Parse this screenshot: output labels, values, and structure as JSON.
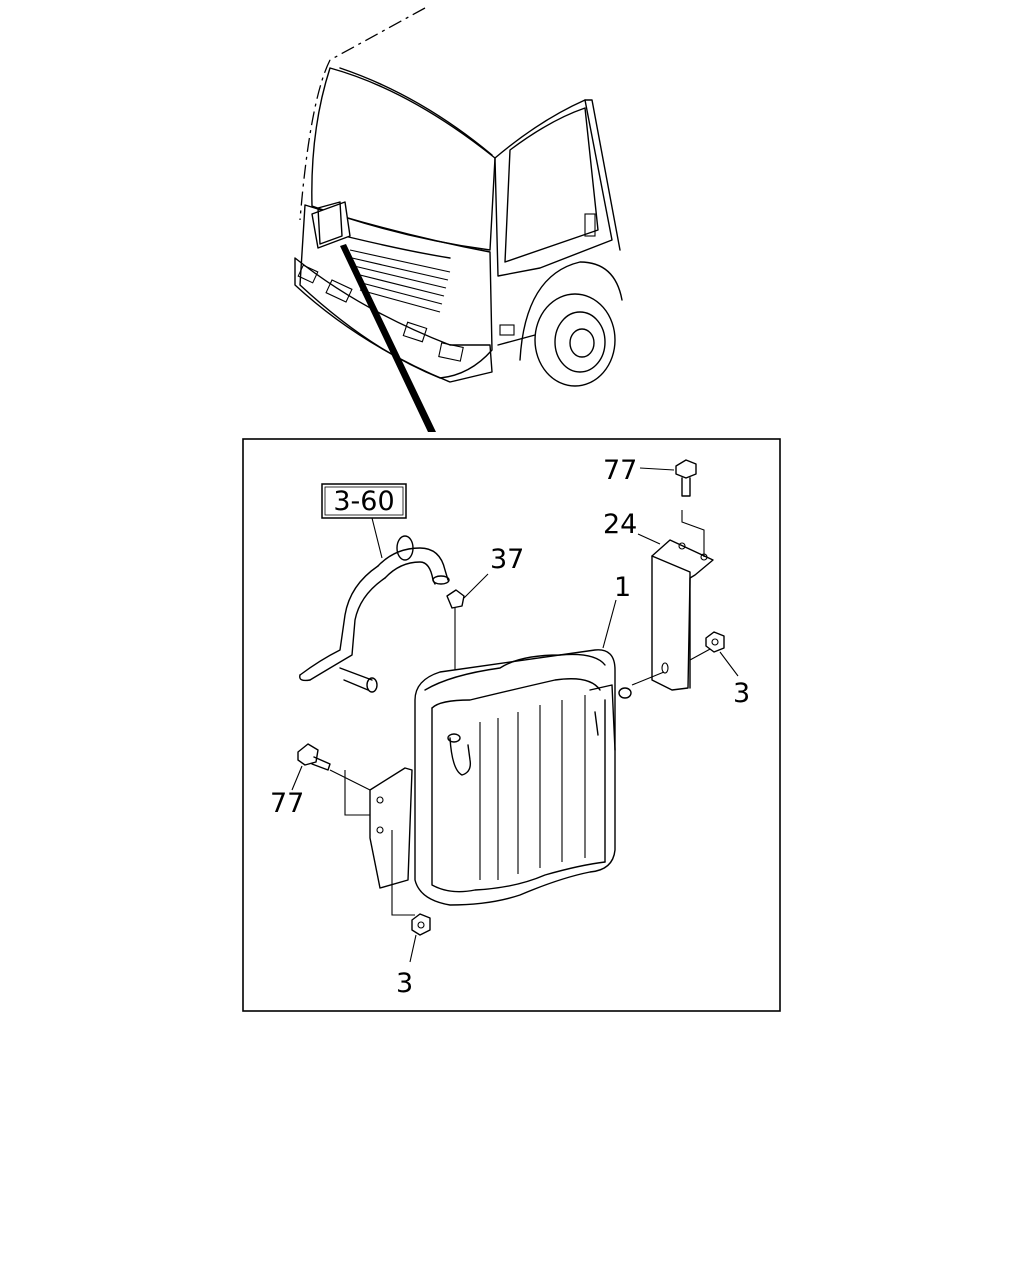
{
  "figure": {
    "reference_label": "3-60",
    "callouts": {
      "bolt_top": "77",
      "bracket_right": "24",
      "clip": "37",
      "tank": "1",
      "nut_right": "3",
      "bolt_left": "77",
      "nut_bottom": "3"
    }
  }
}
